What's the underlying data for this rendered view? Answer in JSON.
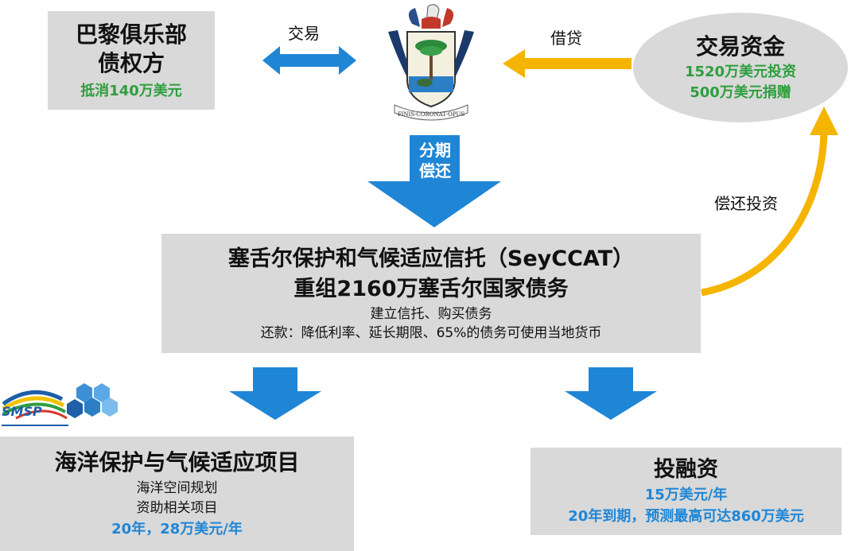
{
  "creditor": {
    "title_line1": "巴黎俱乐部",
    "title_line2": "债权方",
    "note": "抵消140万美元"
  },
  "exchange_label": "交易",
  "loan_label": "借贷",
  "fund": {
    "title": "交易资金",
    "line1": "1520万美元投资",
    "line2": "500万美元捐赠"
  },
  "seal": {
    "motto": "FINIS·CORONAT·OPUS"
  },
  "installment_label_line1": "分期",
  "installment_label_line2": "偿还",
  "repay_label": "偿还投资",
  "trust": {
    "title_line1": "塞舌尔保护和气候适应信托（SeyCCAT）",
    "title_line2": "重组2160万塞舌尔国家债务",
    "line3": "建立信托、购买债务",
    "line4": "还款：降低利率、延长期限、65%的债务可使用当地货币"
  },
  "smsp": {
    "logo_text": "SMSP"
  },
  "ocean": {
    "title": "海洋保护与气候适应项目",
    "line2": "海洋空间规划",
    "line3": "资助相关项目",
    "line4": "20年，28万美元/年"
  },
  "invest": {
    "title": "投融资",
    "line2": "15万美元/年",
    "line3": "20年到期，预测最高可达860万美元"
  },
  "colors": {
    "blue_arrow": "#1f86d6",
    "orange_arrow": "#f5b400",
    "box_gray": "#d9d9d9",
    "green_text": "#2e9e3e",
    "blue_text": "#1f86d6"
  }
}
